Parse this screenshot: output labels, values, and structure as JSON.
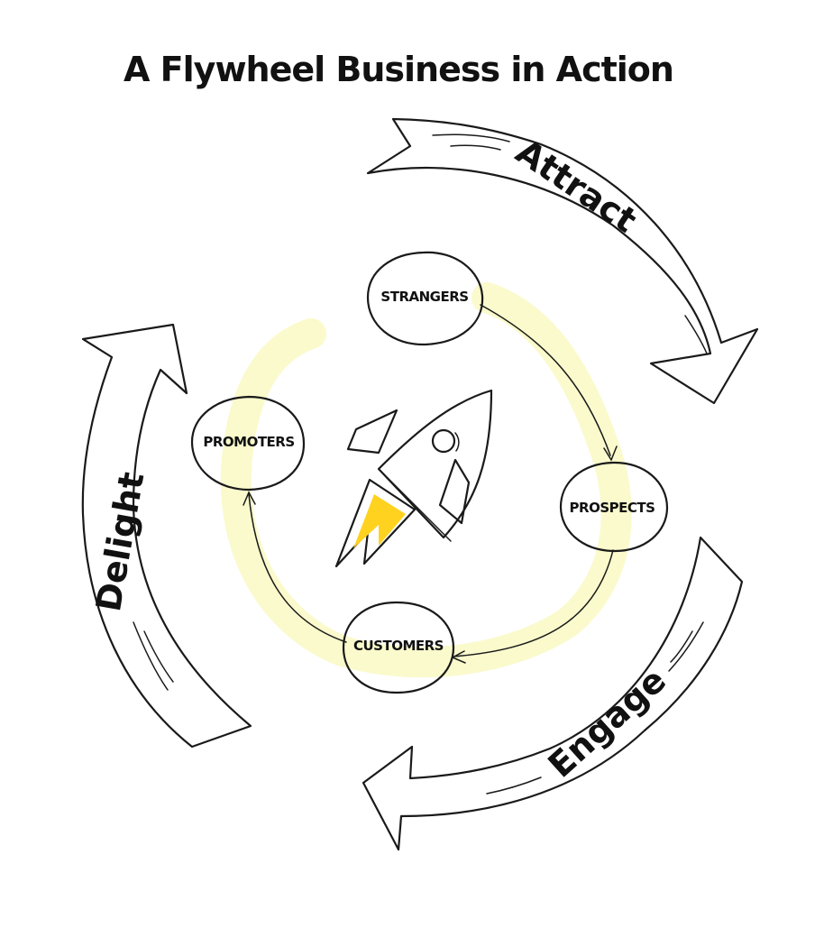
{
  "title": "A Flywheel Business in Action",
  "phases": {
    "attract": {
      "label": "Attract",
      "color": "#d9a0f5"
    },
    "engage": {
      "label": "Engage",
      "color": "#99cc66"
    },
    "delight": {
      "label": "Delight",
      "color": "#8fcfff"
    }
  },
  "stages": {
    "strangers": "STRANGERS",
    "prospects": "PROSPECTS",
    "customers": "CUSTOMERS",
    "promoters": "PROMOTERS"
  },
  "colors": {
    "wheel": "#fafac8",
    "rocket_window": "#e8174a",
    "rocket_flame": "#ff7a00",
    "rocket_flame_inner": "#ffd21f"
  },
  "icons": {
    "center": "rocket-icon"
  }
}
